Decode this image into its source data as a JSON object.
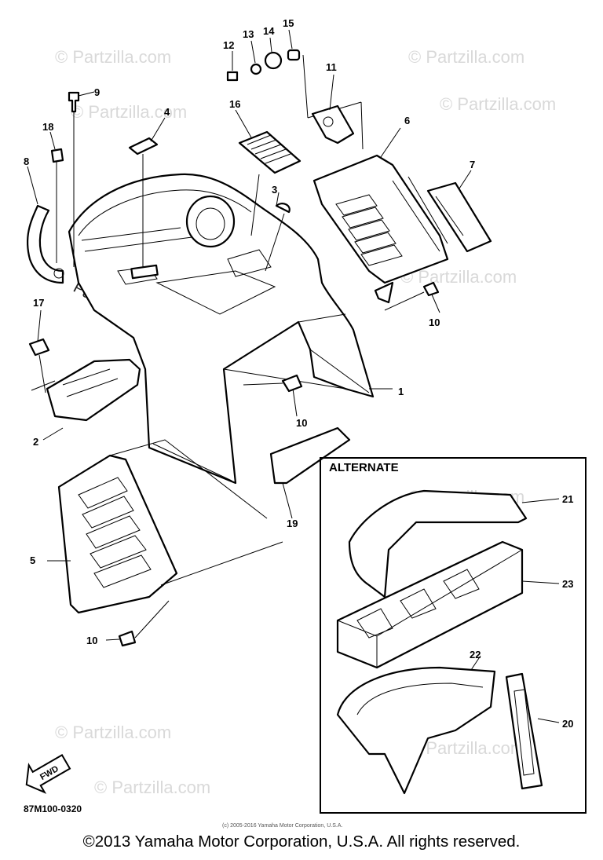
{
  "watermark": "© Partzilla.com",
  "watermark_main": "Partzilla.com",
  "alternate_box": {
    "title": "ALTERNATE"
  },
  "callouts": {
    "c1": "1",
    "c2": "2",
    "c3": "3",
    "c4": "4",
    "c5": "5",
    "c6": "6",
    "c7": "7",
    "c8": "8",
    "c9": "9",
    "c10a": "10",
    "c10b": "10",
    "c10c": "10",
    "c11": "11",
    "c12": "12",
    "c13": "13",
    "c14": "14",
    "c15": "15",
    "c16": "16",
    "c17": "17",
    "c18": "18",
    "c19": "19",
    "c20": "20",
    "c21": "21",
    "c22": "22",
    "c23": "23"
  },
  "fwd_label": "FWD",
  "diagram_code": "87M100-0320",
  "small_copyright": "(c) 2005-2016 Yamaha Motor Corporation, U.S.A.",
  "copyright": "©2013 Yamaha Motor Corporation, U.S.A. All rights reserved."
}
